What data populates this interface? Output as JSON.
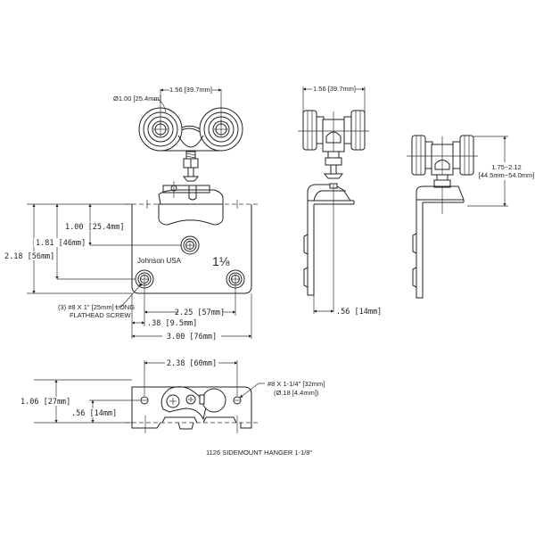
{
  "title": "1126 SIDEMOUNT HANGER 1-1/8\"",
  "front_view": {
    "wheel_diameter": "Ø1.00 [25.4mm]",
    "wheel_spacing": "1.56 [39.7mm]",
    "plate_height": "2.18 [56mm]",
    "hole_low_from_top": "1.81 [46mm]",
    "hole_mid_from_top": "1.00 [25.4mm]",
    "hole_spacing": "2.25 [57mm]",
    "hole_edge_offset": ".38 [9.5mm]",
    "plate_width": "3.00 [76mm]",
    "screw_note_line1": "(3) #8 X 1\" [25mm] LONG",
    "screw_note_line2": "FLATHEAD SCREW",
    "brand": "Johnson  USA",
    "size_mark": "1⅛"
  },
  "side_view": {
    "wheel_spacing": "1.56 [39.7mm]",
    "offset": ".56 [14mm]"
  },
  "side_view_adjust": {
    "range_line1": "1.75~2.12",
    "range_line2": "[44.5mm~54.0mm]"
  },
  "top_view": {
    "hole_spacing": "2.38 [60mm]",
    "height": "1.06 [27mm]",
    "hole_height": ".56 [14mm]",
    "screw_note_line1": "#8 X 1-1/4\" [32mm]",
    "screw_note_line2": "(Ø.18 [4.4mm])"
  }
}
